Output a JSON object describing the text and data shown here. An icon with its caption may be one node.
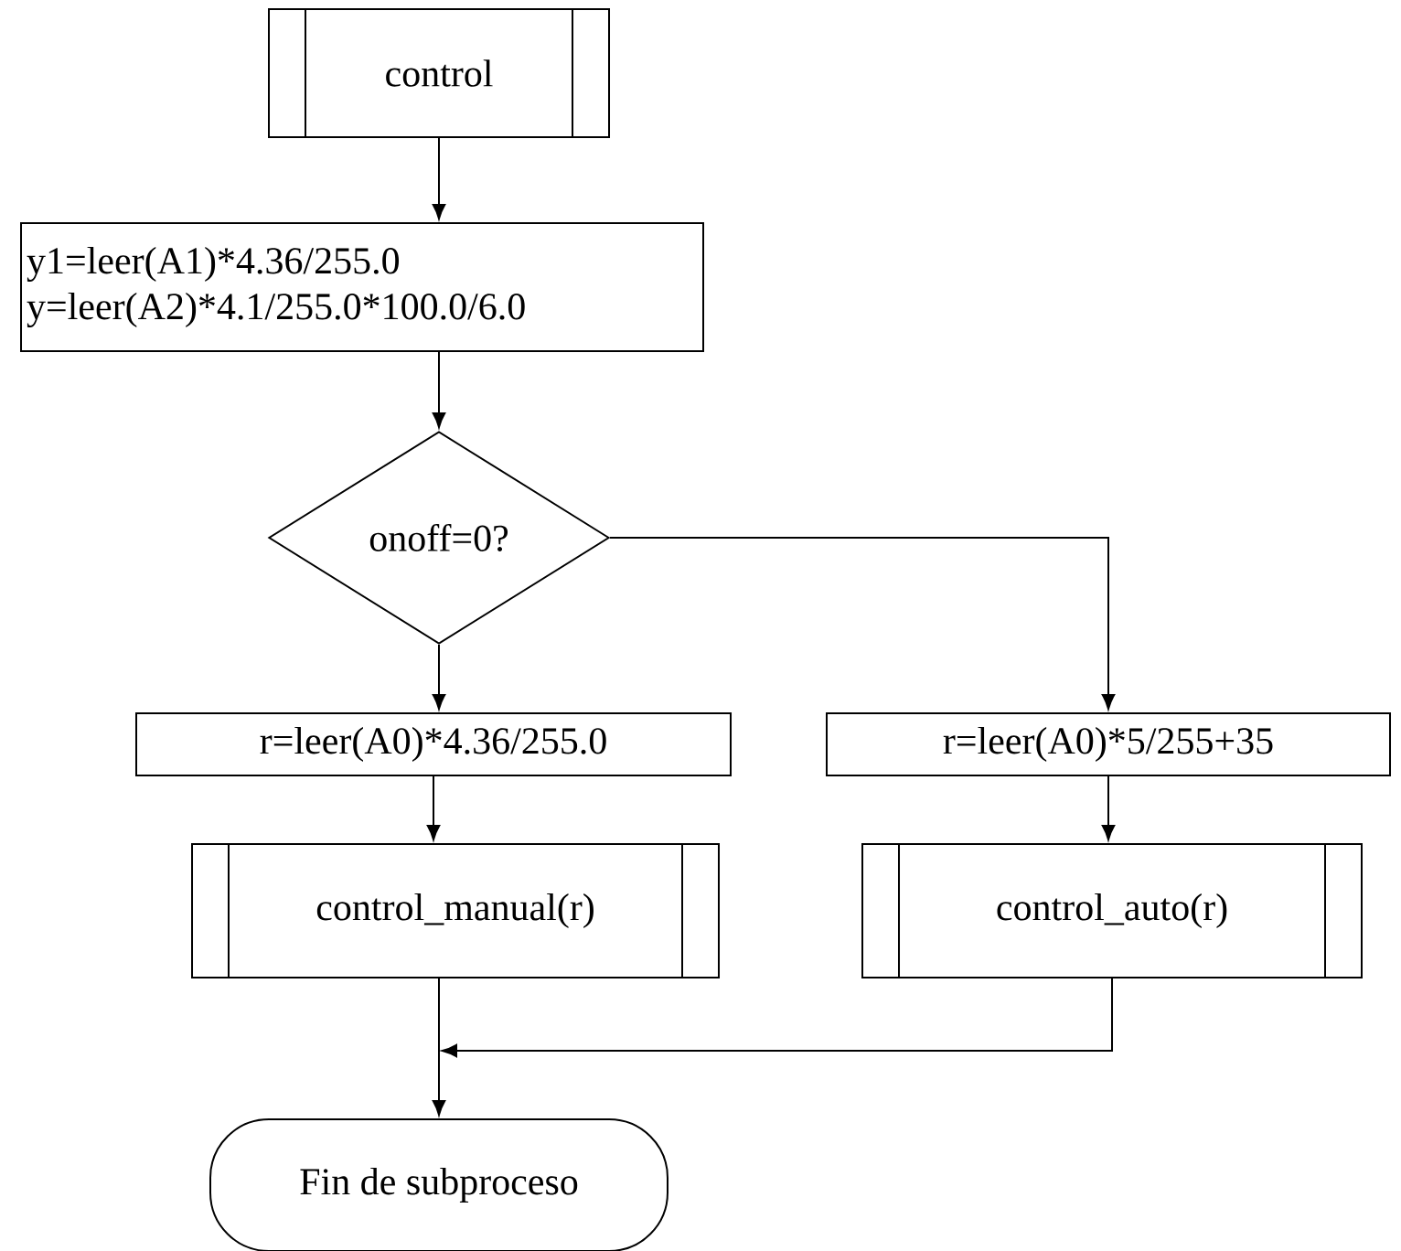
{
  "diagram": {
    "nodes": [
      {
        "text": [
          "control"
        ]
      },
      {
        "text": [
          "y1=leer(A1)*4.36/255.0",
          "y=leer(A2)*4.1/255.0*100.0/6.0"
        ]
      },
      {
        "text": [
          "onoff=0?"
        ]
      },
      {
        "text": [
          "r=leer(A0)*4.36/255.0"
        ]
      },
      {
        "text": [
          "r=leer(A0)*5/255+35"
        ]
      },
      {
        "text": [
          "control_manual(r)"
        ]
      },
      {
        "text": [
          "control_auto(r)"
        ]
      },
      {
        "text": [
          "Fin de subproceso"
        ]
      }
    ],
    "edges": [
      {
        "from": 0,
        "to": 1,
        "arrow": "to"
      },
      {
        "from": 1,
        "to": 2,
        "arrow": "to"
      },
      {
        "from": 2,
        "to": 3,
        "arrow": "to"
      },
      {
        "from": 2,
        "to": 4,
        "arrow": "to"
      },
      {
        "from": 3,
        "to": 5,
        "arrow": "to"
      },
      {
        "from": 4,
        "to": 6,
        "arrow": "to"
      },
      {
        "from": 5,
        "to": 7,
        "arrow": "to"
      },
      {
        "from": 6,
        "to": 7,
        "arrow": "to"
      }
    ]
  }
}
